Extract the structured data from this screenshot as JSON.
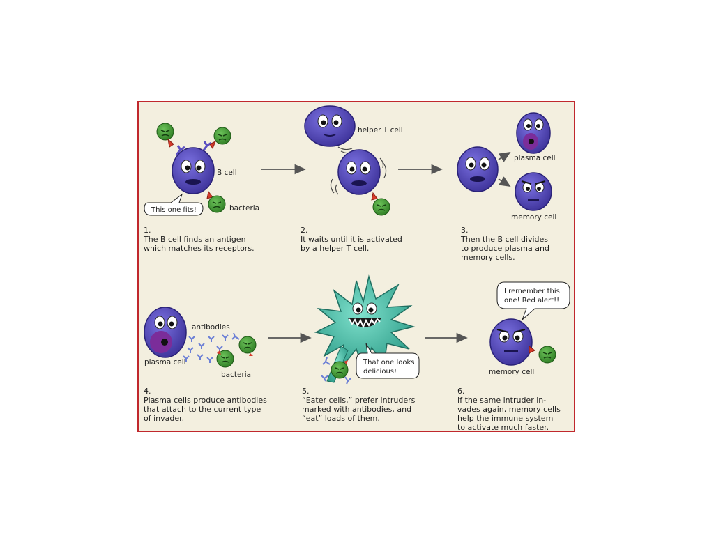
{
  "colors": {
    "border": "#c0282d",
    "background": "#f3efdf",
    "cell_purple": "#5a4fc2",
    "bacteria_green": "#4aa63a",
    "eater_teal": "#4fc2ad",
    "receptor_red": "#d43a2a",
    "antibody_blue": "#6b7fd6"
  },
  "labels": {
    "b_cell": "B cell",
    "bacteria_1": "bacteria",
    "bubble_fits": "This one fits!",
    "helper_t_cell": "helper T cell",
    "plasma_cell_top": "plasma cell",
    "memory_cell_top": "memory cell",
    "antibodies": "antibodies",
    "plasma_cell_bottom": "plasma cell",
    "bacteria_2": "bacteria",
    "bubble_delicious": [
      "That one looks",
      "delicious!"
    ],
    "bubble_remember": [
      "I remember this",
      "one! Red alert!!"
    ],
    "memory_cell_bottom": "memory cell"
  },
  "steps": [
    {
      "number": "1.",
      "lines": [
        "The B cell finds an antigen",
        "which matches its receptors."
      ]
    },
    {
      "number": "2.",
      "lines": [
        "It waits until it is activated",
        "by a helper T cell."
      ]
    },
    {
      "number": "3.",
      "lines": [
        "Then the B cell divides",
        "to produce plasma and",
        "memory cells."
      ]
    },
    {
      "number": "4.",
      "lines": [
        "Plasma cells produce antibodies",
        "that attach to the current type",
        "of invader."
      ]
    },
    {
      "number": "5.",
      "lines": [
        "“Eater cells,” prefer intruders",
        "marked with antibodies, and",
        "“eat” loads of them."
      ]
    },
    {
      "number": "6.",
      "lines": [
        "If the same intruder in-",
        "vades again, memory cells",
        "help the immune system",
        "to activate much faster."
      ]
    }
  ]
}
